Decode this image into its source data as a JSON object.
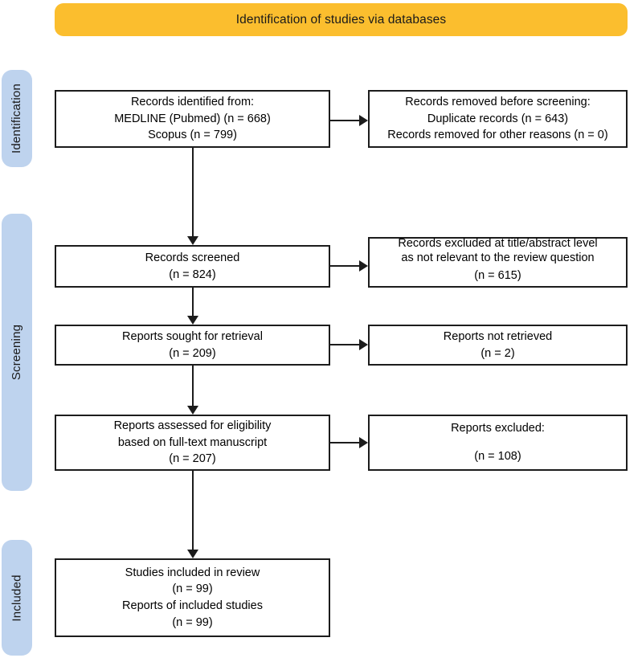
{
  "banner": {
    "title": "Identification of studies via databases",
    "color": "#FBBE2E"
  },
  "stages": {
    "color": "#BED3EE",
    "items": [
      {
        "label": "Identification"
      },
      {
        "label": "Screening"
      },
      {
        "label": "Included"
      }
    ]
  },
  "boxes": {
    "identified": {
      "lines": [
        "Records identified from:",
        "MEDLINE (Pubmed) (n = 668)",
        "Scopus (n = 799)"
      ]
    },
    "removed": {
      "lines": [
        "Records removed before screening:",
        "Duplicate records (n =  643)",
        "Records removed for other reasons (n = 0)"
      ]
    },
    "screened": {
      "lines": [
        "Records screened",
        "(n = 824)"
      ]
    },
    "excluded_title_abstract": {
      "lines": [
        "Records excluded at title/abstract level",
        "as not relevant to the review question",
        "(n = 615)"
      ]
    },
    "sought": {
      "lines": [
        "Reports sought for retrieval",
        "(n = 209)"
      ]
    },
    "not_retrieved": {
      "lines": [
        "Reports not retrieved",
        "(n = 2)"
      ]
    },
    "assessed": {
      "lines": [
        "Reports assessed for eligibility",
        "based on full-text manuscript",
        "(n = 207)"
      ]
    },
    "reports_excluded": {
      "lines": [
        "Reports excluded:",
        "(n = 108)"
      ]
    },
    "included": {
      "lines": [
        "Studies included in review",
        "(n = 99)",
        "Reports of included studies",
        "(n = 99)"
      ]
    }
  }
}
